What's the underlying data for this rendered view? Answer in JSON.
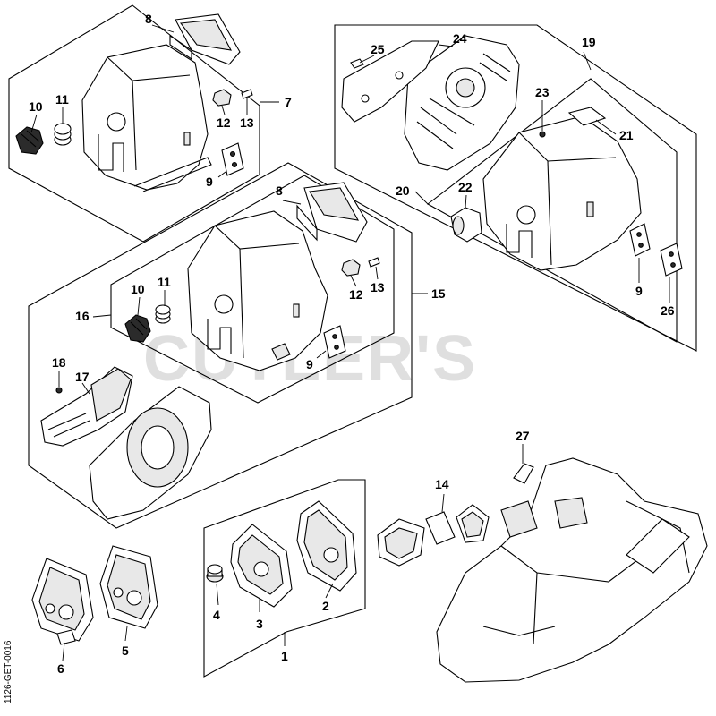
{
  "watermark": "CUTLER'S",
  "drawing_code": "1126-GET-0016",
  "labels": {
    "p1": "1",
    "p2": "2",
    "p3": "3",
    "p4": "4",
    "p5": "5",
    "p6": "6",
    "p7": "7",
    "p8a": "8",
    "p8b": "8",
    "p9a": "9",
    "p9b": "9",
    "p9c": "9",
    "p10a": "10",
    "p10b": "10",
    "p11a": "11",
    "p11b": "11",
    "p12a": "12",
    "p12b": "12",
    "p13a": "13",
    "p13b": "13",
    "p14": "14",
    "p15": "15",
    "p16": "16",
    "p17": "17",
    "p18": "18",
    "p19": "19",
    "p20": "20",
    "p21": "21",
    "p22": "22",
    "p23": "23",
    "p24": "24",
    "p25": "25",
    "p26": "26",
    "p27": "27"
  }
}
